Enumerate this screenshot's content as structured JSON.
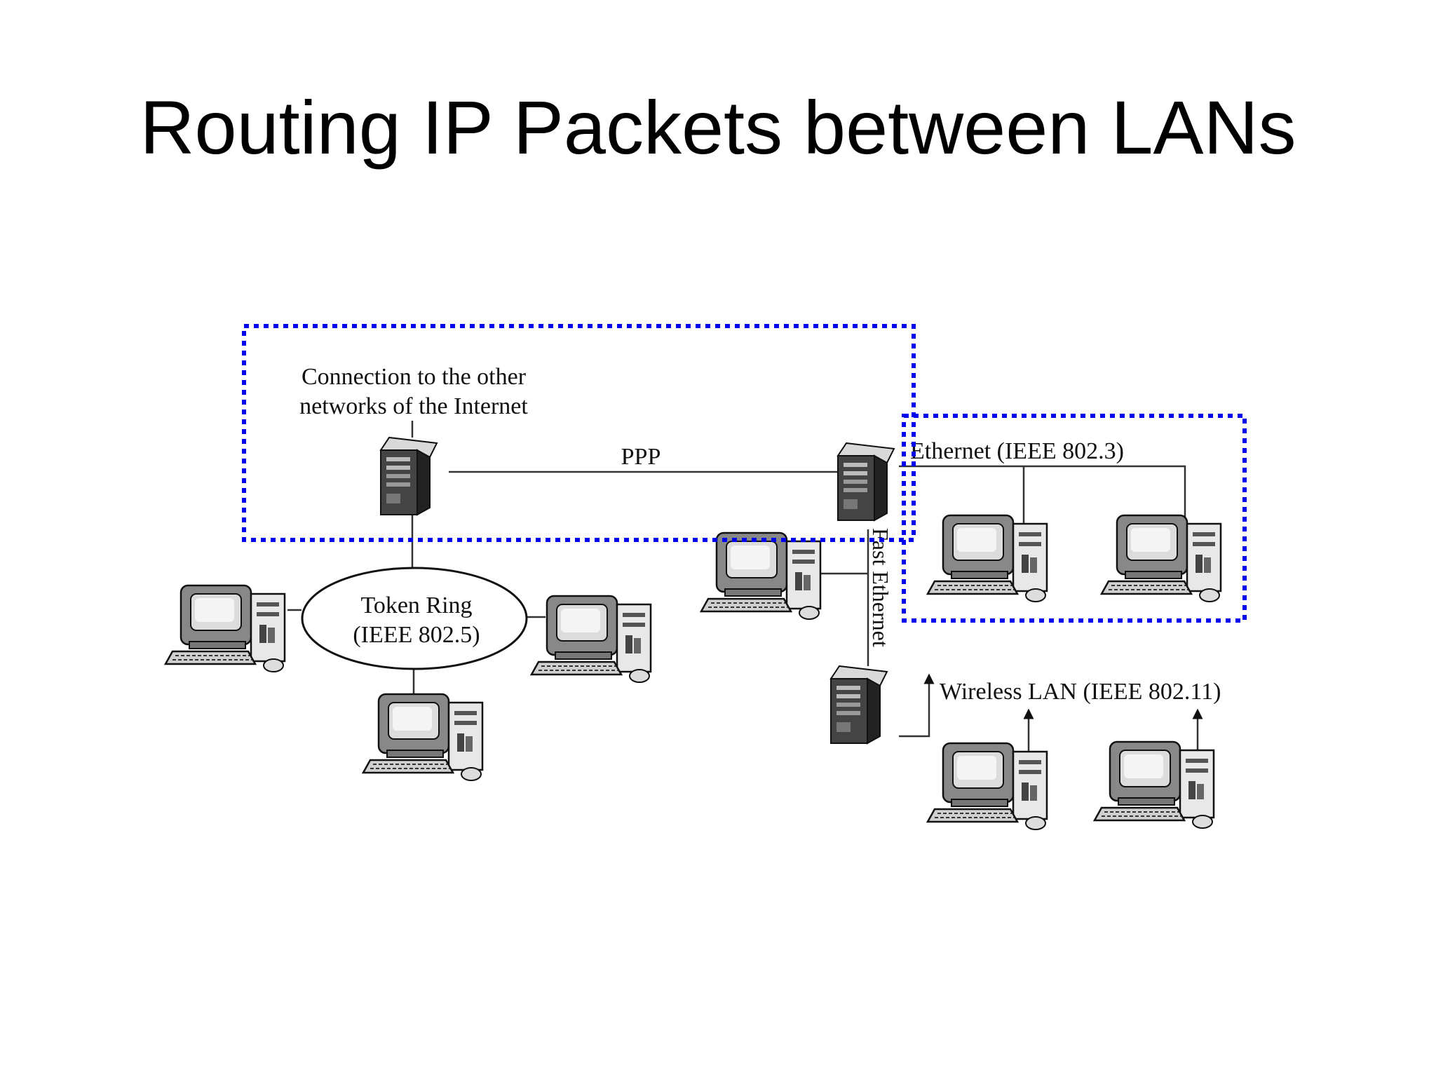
{
  "slide": {
    "title": "Routing IP Packets between LANs"
  },
  "diagram": {
    "labels": {
      "internet": [
        "Connection to the other",
        "networks of the Internet"
      ],
      "ppp": "PPP",
      "ethernet": "Ethernet (IEEE 802.3)",
      "token_ring": [
        "Token Ring",
        "(IEEE 802.5)"
      ],
      "fast_ethernet": "Fast Ethernet",
      "wireless": "Wireless LAN (IEEE 802.11)"
    },
    "highlight_color": "#0000ee"
  }
}
